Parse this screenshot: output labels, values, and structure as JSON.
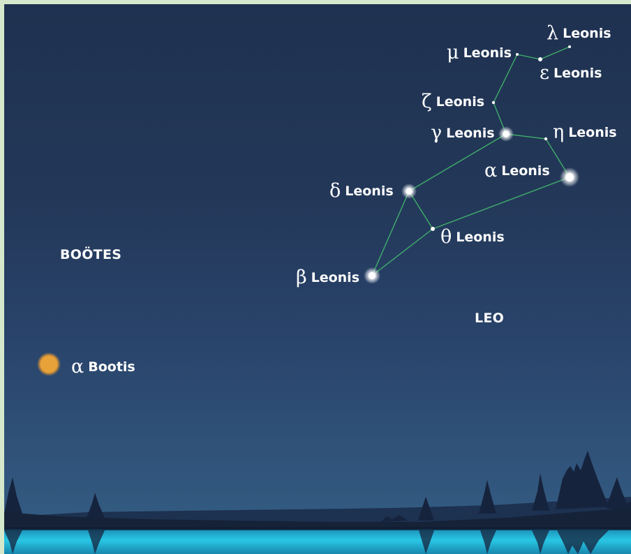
{
  "constellations": {
    "bootes": "BOÖTES",
    "leo": "LEO"
  },
  "stars": {
    "lambda": {
      "greek": "λ",
      "name": "Leonis"
    },
    "mu": {
      "greek": "μ",
      "name": "Leonis"
    },
    "epsilon": {
      "greek": "ε",
      "name": "Leonis"
    },
    "zeta": {
      "greek": "ζ",
      "name": "Leonis"
    },
    "gamma": {
      "greek": "γ",
      "name": "Leonis"
    },
    "eta": {
      "greek": "η",
      "name": "Leonis"
    },
    "alpha": {
      "greek": "α",
      "name": "Leonis"
    },
    "delta": {
      "greek": "δ",
      "name": "Leonis"
    },
    "theta": {
      "greek": "θ",
      "name": "Leonis"
    },
    "beta": {
      "greek": "β",
      "name": "Leonis"
    },
    "arcturus": {
      "greek": "α",
      "name": "Bootis"
    }
  },
  "colors": {
    "sky_top": "#1f3150",
    "sky_bottom": "#355f86",
    "constellation_line": "#3fae6a",
    "arcturus": "#e8a23a",
    "water": "#2ec4e0",
    "treeline": "#16233d"
  }
}
